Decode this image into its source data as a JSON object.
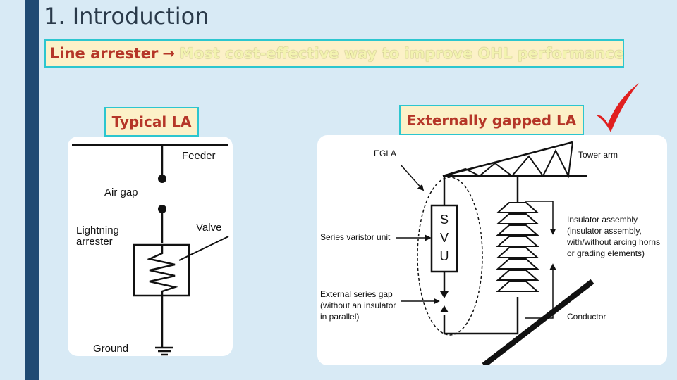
{
  "title": "1. Introduction",
  "headline": {
    "part1": "Line arrester",
    "arrow": "→",
    "part2": "Most cost-effective way to improve OHL performance"
  },
  "labels": {
    "typical": "Typical LA",
    "external": "Externally gapped LA"
  },
  "check_icon": "checkmark-icon",
  "colors": {
    "sidebar": "#1f4a73",
    "background": "#d8eaf5",
    "label_border": "#2cc6cf",
    "label_fill": "#fcf1c8",
    "label_text": "#b53628",
    "check": "#e01f1f"
  },
  "typical_la": {
    "feeder": "Feeder",
    "air_gap": "Air gap",
    "lightning_1": "Lightning",
    "lightning_2": "arrester",
    "valve": "Valve",
    "ground": "Ground"
  },
  "egla": {
    "egla": "EGLA",
    "tower_arm": "Tower arm",
    "svu_s": "S",
    "svu_v": "V",
    "svu_u": "U",
    "series_varistor": "Series varistor unit",
    "insulator_1": "Insulator assembly",
    "insulator_2": "(insulator assembly,",
    "insulator_3": "with/without arcing horns",
    "insulator_4": "or grading elements)",
    "gap_1": "External series gap",
    "gap_2": "(without an insulator",
    "gap_3": "in parallel)",
    "conductor": "Conductor"
  }
}
